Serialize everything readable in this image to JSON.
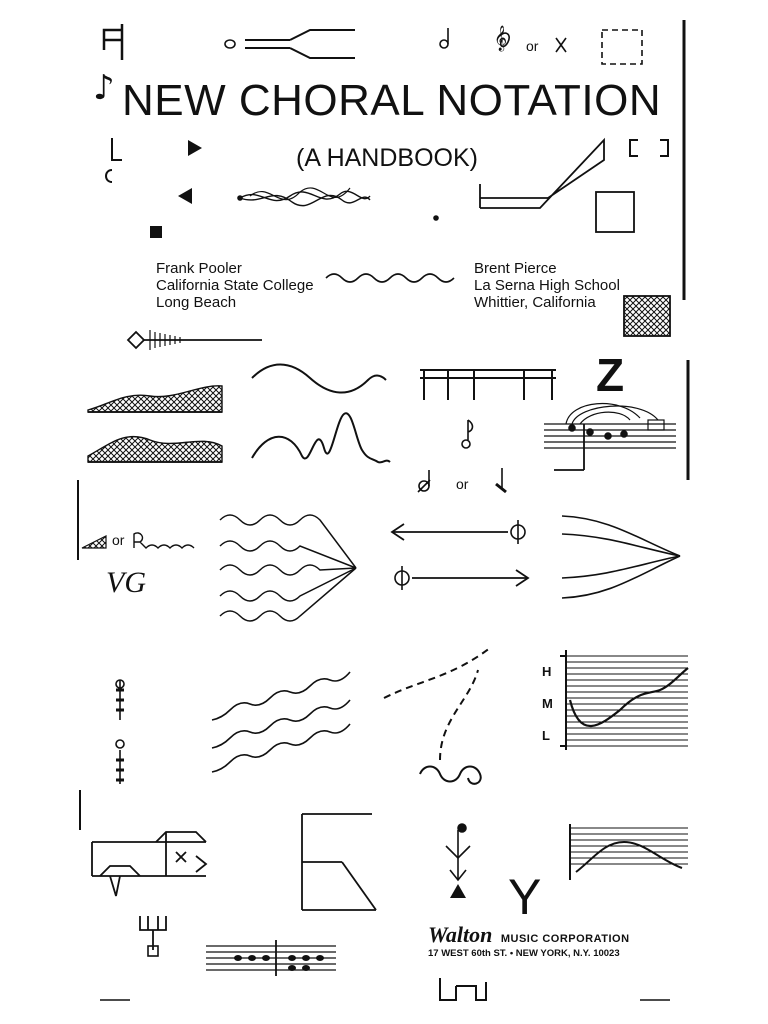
{
  "title": "NEW CHORAL NOTATION",
  "subtitle": "(A HANDBOOK)",
  "authors": [
    {
      "name": "Frank Pooler",
      "affiliation_line1": "California State College",
      "affiliation_line2": "Long Beach"
    },
    {
      "name": "Brent Pierce",
      "affiliation_line1": "La Serna High School",
      "affiliation_line2": "Whittier, California"
    }
  ],
  "or_labels": [
    "or",
    "or",
    "or"
  ],
  "symbol_letters": {
    "z": "Z",
    "vg": "VG",
    "y": "Y"
  },
  "pitch_levels": [
    "H",
    "M",
    "L"
  ],
  "publisher": {
    "name": "Walton",
    "corporation": "MUSIC CORPORATION",
    "address": "17 WEST 60th ST.  •  NEW YORK, N.Y. 10023"
  },
  "icons": [
    "quarter-note-icon",
    "treble-clef-icon",
    "play-triangle-icon",
    "crosshatch-box-icon",
    "bracket-icon"
  ]
}
